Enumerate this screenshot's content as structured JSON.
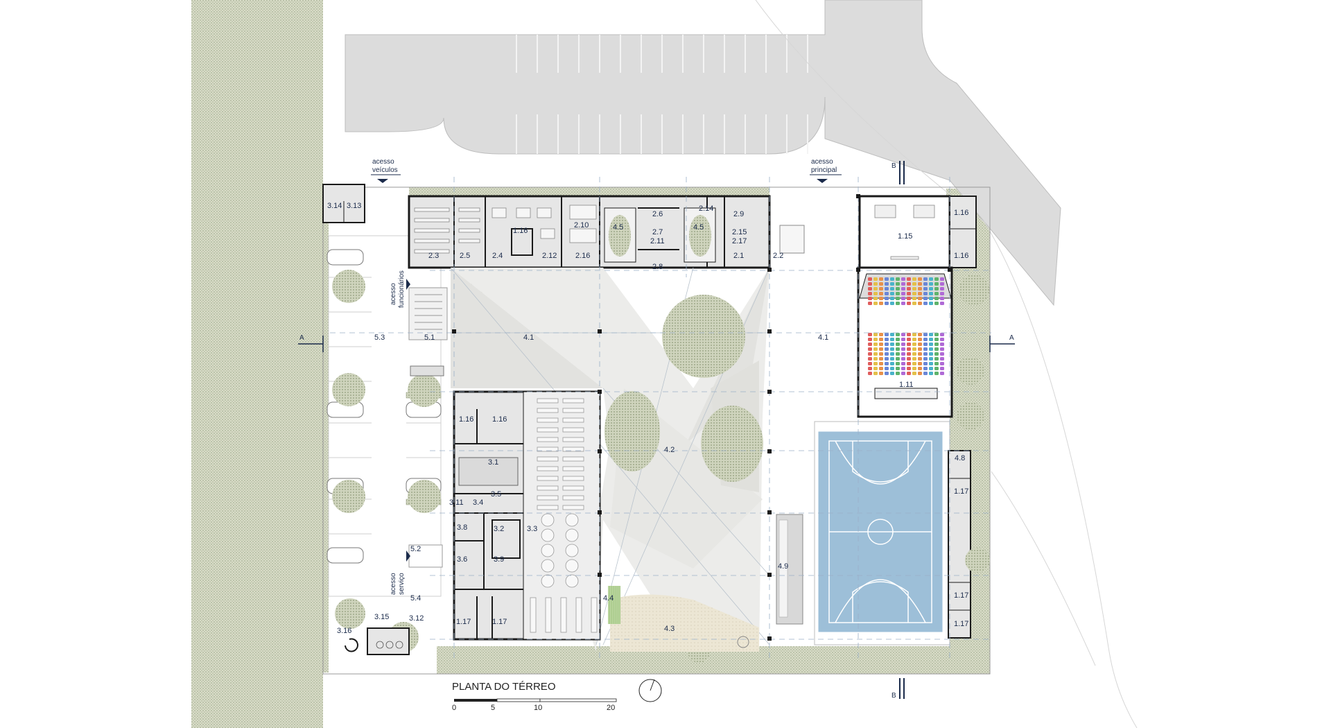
{
  "title": "PLANTA DO TÉRREO",
  "scale_labels": [
    "0",
    "5",
    "10",
    "20"
  ],
  "section_marks": {
    "a": "A",
    "b": "B"
  },
  "access_labels": {
    "vehicles": [
      "acesso",
      "veículos"
    ],
    "main": [
      "acesso",
      "principal"
    ],
    "staff": [
      "acesso",
      "funcionários"
    ],
    "service": [
      "acesso",
      "serviço"
    ]
  },
  "rooms": {
    "r3_14": "3.14",
    "r3_13": "3.13",
    "r2_3": "2.3",
    "r2_5": "2.5",
    "r1_16_top": "1.16",
    "r2_4": "2.4",
    "r2_12": "2.12",
    "r2_10": "2.10",
    "r2_16": "2.16",
    "r4_5a": "4.5",
    "r2_6": "2.6",
    "r2_7": "2.7",
    "r2_11": "2.11",
    "r2_8": "2.8",
    "r4_5b": "4.5",
    "r2_14": "2.14",
    "r2_9": "2.9",
    "r2_15": "2.15",
    "r2_17": "2.17",
    "r2_1": "2.1",
    "r2_2": "2.2",
    "r1_15": "1.15",
    "r1_16_ra": "1.16",
    "r1_16_rb": "1.16",
    "r5_3": "5.3",
    "r5_1": "5.1",
    "r4_1a": "4.1",
    "r4_1b": "4.1",
    "r1_11": "1.11",
    "r1_16_ka": "1.16",
    "r1_16_kb": "1.16",
    "r3_1": "3.1",
    "r3_5": "3.5",
    "r3_11": "3.11",
    "r3_4": "3.4",
    "r3_8": "3.8",
    "r3_2": "3.2",
    "r3_3": "3.3",
    "r3_6": "3.6",
    "r3_9": "3.9",
    "r5_2": "5.2",
    "r5_4": "5.4",
    "r3_15": "3.15",
    "r3_12": "3.12",
    "r3_16": "3.16",
    "r1_17_a": "1.17",
    "r1_17_b": "1.17",
    "r4_2": "4.2",
    "r4_4": "4.4",
    "r4_3": "4.3",
    "r4_9": "4.9",
    "r4_8": "4.8",
    "r1_17_c": "1.17",
    "r1_17_d": "1.17",
    "r1_17_e": "1.17"
  },
  "colors": {
    "green_hatch": "#c9cfb6",
    "tree": "#c5cbb0",
    "wall": "#1a1a1a",
    "room_fill": "#e6e6e6",
    "court": "#9dbfd8",
    "plaza": "#e9e9e6",
    "label": "#1a2a4a"
  }
}
